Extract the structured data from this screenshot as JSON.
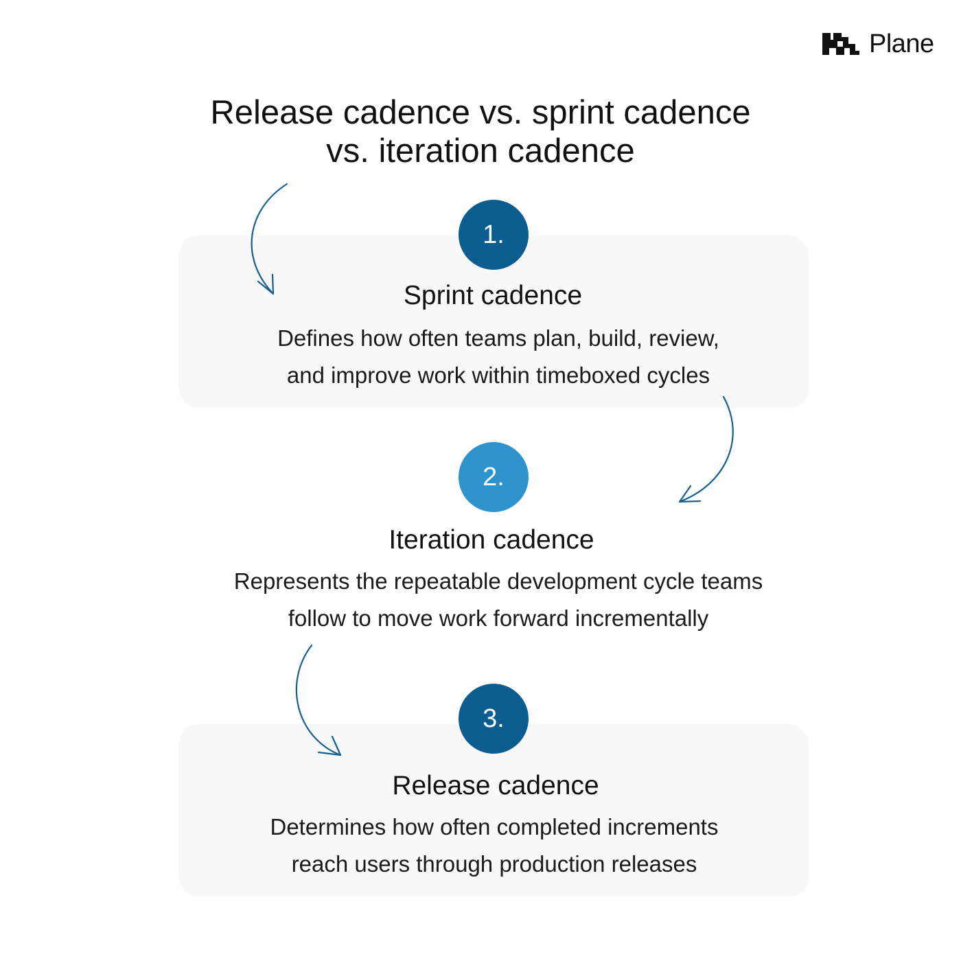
{
  "brand": {
    "name": "Plane",
    "logo_icon": "plane-logo-icon"
  },
  "title": {
    "line1": "Release cadence vs. sprint cadence",
    "line2": "vs. iteration cadence"
  },
  "steps": [
    {
      "number": "1.",
      "title": "Sprint cadence",
      "desc_line1": "Defines how often teams plan, build, review,",
      "desc_line2": "and improve work within timeboxed cycles",
      "badge_color": "#0b5d8f"
    },
    {
      "number": "2.",
      "title": "Iteration cadence",
      "desc_line1": "Represents the repeatable development cycle teams",
      "desc_line2": "follow to move work forward incrementally",
      "badge_color": "#2e93cd"
    },
    {
      "number": "3.",
      "title": "Release cadence",
      "desc_line1": "Determines how often completed increments",
      "desc_line2": "reach users through production releases",
      "badge_color": "#0b5d8f"
    }
  ],
  "colors": {
    "arrow": "#15608f",
    "card_background": "#f8f8f8"
  }
}
